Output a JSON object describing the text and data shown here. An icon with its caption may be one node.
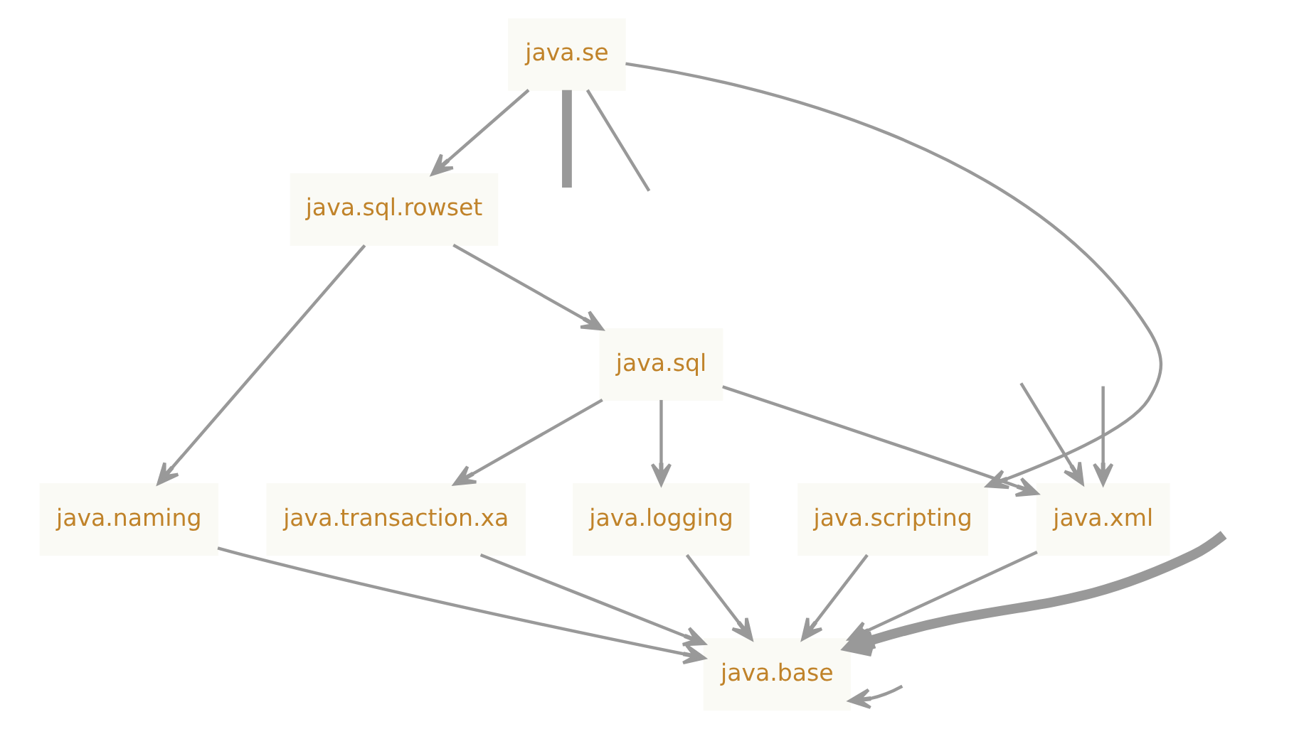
{
  "diagram": {
    "nodes": [
      {
        "text": [
          "java.se"
        ]
      },
      {
        "text": [
          "java.sql.rowset"
        ]
      },
      {
        "text": [
          "java.sql"
        ]
      },
      {
        "text": [
          "java.naming"
        ]
      },
      {
        "text": [
          "java.transaction.xa"
        ]
      },
      {
        "text": [
          "java.logging"
        ]
      },
      {
        "text": [
          "java.scripting"
        ]
      },
      {
        "text": [
          "java.xml"
        ]
      },
      {
        "text": [
          "java.base"
        ]
      }
    ],
    "edges": [
      {
        "from": 0,
        "to": 1,
        "arrow": "to"
      },
      {
        "from": 1,
        "to": 2,
        "arrow": "to"
      },
      {
        "from": 1,
        "to": 3,
        "arrow": "to"
      },
      {
        "from": 2,
        "to": 4,
        "arrow": "to"
      },
      {
        "from": 2,
        "to": 5,
        "arrow": "to"
      },
      {
        "from": 2,
        "to": 7,
        "arrow": "to"
      },
      {
        "from": 0,
        "to": 6,
        "arrow": "to"
      },
      {
        "from": 0,
        "to": null,
        "arrow": "none"
      },
      {
        "from": 0,
        "to": null,
        "arrow": "none",
        "style": "thick"
      },
      {
        "from": null,
        "to": 7,
        "arrow": "to"
      },
      {
        "from": null,
        "to": 7,
        "arrow": "to"
      },
      {
        "from": 3,
        "to": 8,
        "arrow": "to"
      },
      {
        "from": 4,
        "to": 8,
        "arrow": "to"
      },
      {
        "from": 5,
        "to": 8,
        "arrow": "to"
      },
      {
        "from": 6,
        "to": 8,
        "arrow": "to"
      },
      {
        "from": 7,
        "to": 8,
        "arrow": "to"
      },
      {
        "from": null,
        "to": 8,
        "arrow": "to",
        "style": "thick"
      },
      {
        "from": null,
        "to": 8,
        "arrow": "to"
      }
    ]
  }
}
